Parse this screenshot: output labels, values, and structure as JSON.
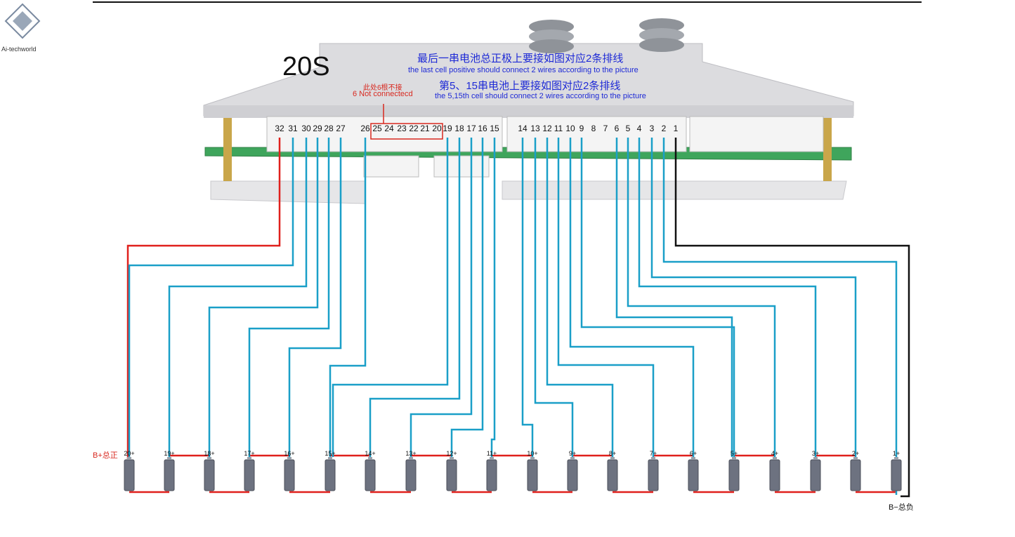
{
  "logo": {
    "text": "Ai-techworld"
  },
  "header": {
    "model": "20S"
  },
  "notes": {
    "cn_line1": "最后一串电池总正极上要接如图对应2条排线",
    "en_line1": "the last cell positive should connect 2 wires according to the picture",
    "cn_line2": "第5、15串电池上要接如图对应2条排线",
    "en_line2": "the 5,15th cell should connect 2 wires according to the picture",
    "nc_cn": "此处6根不接",
    "nc_en": "6 Not connectecd"
  },
  "labels": {
    "b_plus": "B+总正",
    "b_minus": "B−总负"
  },
  "pins_left": [
    "32",
    "31",
    "30",
    "29",
    "28",
    "27",
    "26",
    "25",
    "24",
    "23",
    "22",
    "21",
    "20",
    "19",
    "18",
    "17",
    "16",
    "15"
  ],
  "pins_right": [
    "14",
    "13",
    "12",
    "11",
    "10",
    "9",
    "8",
    "7",
    "6",
    "5",
    "4",
    "3",
    "2",
    "1"
  ],
  "cells": [
    "20+",
    "19+",
    "18+",
    "17+",
    "16+",
    "15+",
    "14+",
    "13+",
    "12+",
    "11+",
    "10+",
    "9+",
    "8+",
    "7+",
    "6+",
    "5+",
    "4+",
    "3+",
    "2+",
    "1+"
  ],
  "colors": {
    "wire_sense": "#1a9fc8",
    "wire_positive": "#e0201c",
    "wire_negative": "#111111",
    "note_blue": "#1e2ad6",
    "note_red": "#d8281f",
    "board_green": "#3fa55c"
  }
}
